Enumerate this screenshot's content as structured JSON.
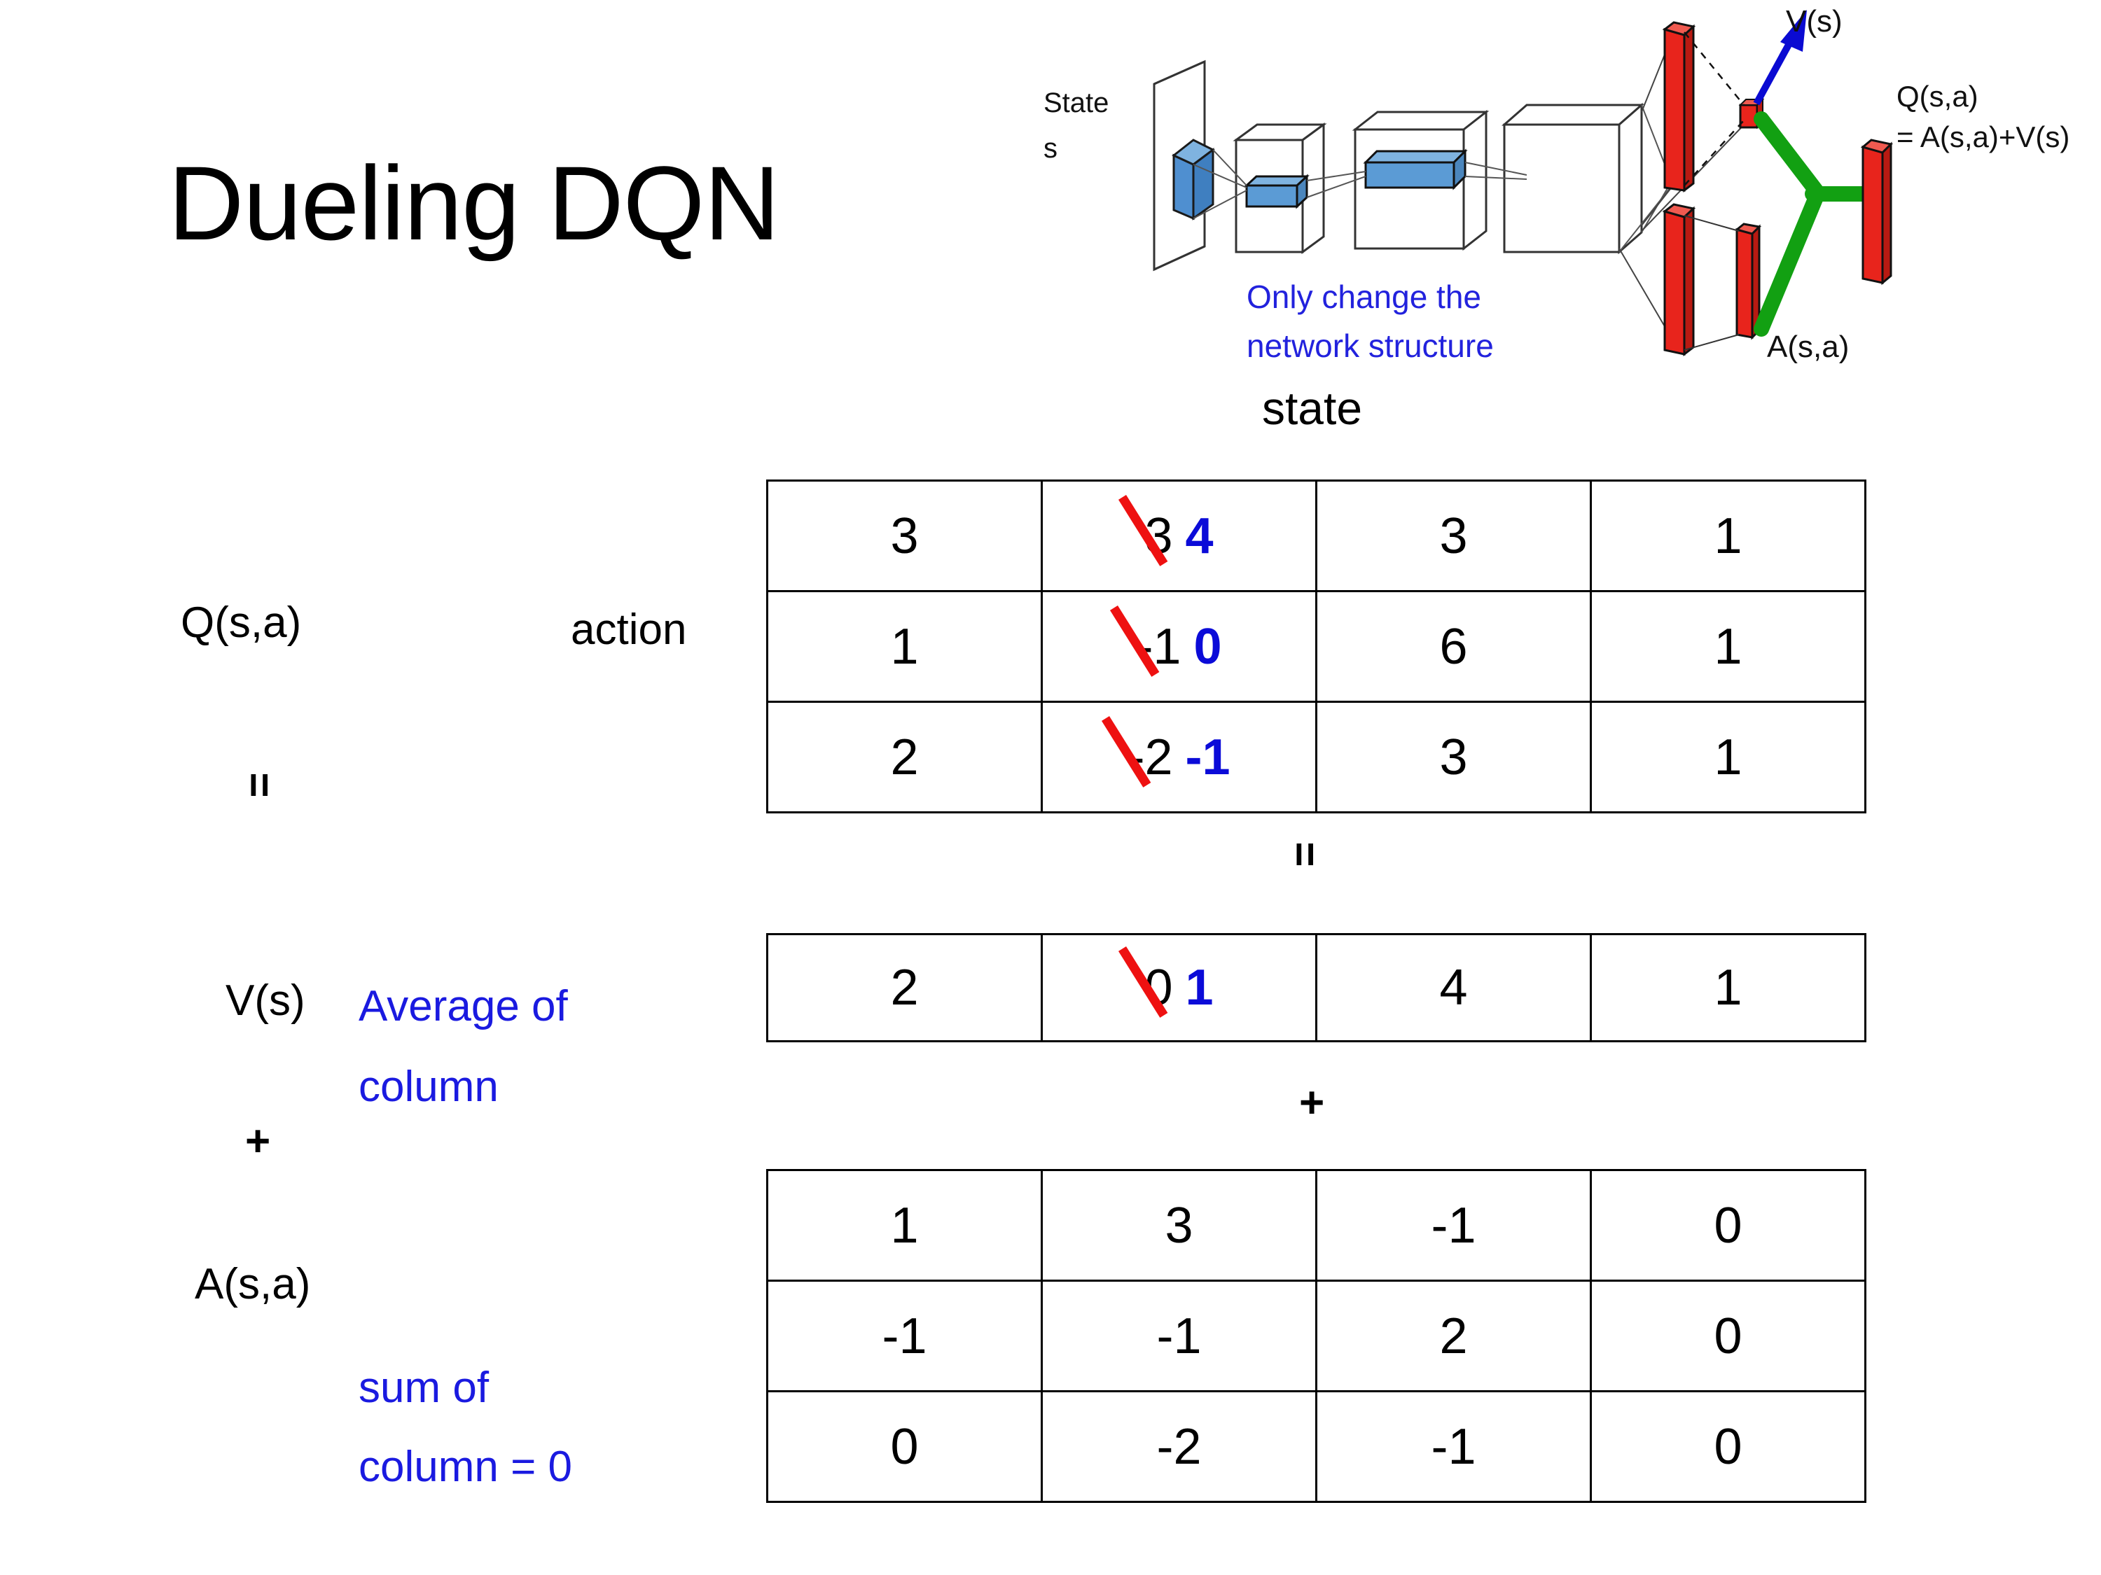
{
  "slide": {
    "title": "Dueling DQN"
  },
  "diagram": {
    "state_label_line1": "State",
    "state_label_line2": "s",
    "note_line1": "Only change the",
    "note_line2": "network structure",
    "v_label": "V(s)",
    "a_label": "A(s,a)",
    "q_label_line1": "Q(s,a)",
    "q_label_line2": "= A(s,a)+V(s)",
    "colors": {
      "note": "#2222dd",
      "arrow": "#0a0ad2",
      "bar": "#e8241c",
      "merge": "#12a012",
      "block": "#5b9bd5"
    }
  },
  "axes": {
    "state": "state",
    "action": "action"
  },
  "labels": {
    "q": "Q(s,a)",
    "v": "V(s)",
    "a": "A(s,a)",
    "equals": "=",
    "plus": "+",
    "v_note_line1": "Average of",
    "v_note_line2": "column",
    "a_note_line1": "sum of",
    "a_note_line2": "column = 0"
  },
  "colors": {
    "edit_old_strike": "#ee1111",
    "edit_new": "#0b0bd8",
    "note_blue": "#1a1ae0"
  },
  "chart_data": {
    "type": "table",
    "title": "Dueling DQN decomposition Q(s,a) = V(s) + A(s,a)",
    "xlabel": "state",
    "ylabel": "action",
    "tables": [
      {
        "name": "Q(s,a)",
        "rows": [
          [
            {
              "value": "3"
            },
            {
              "value": "3",
              "edited": true,
              "new_value": "4"
            },
            {
              "value": "3"
            },
            {
              "value": "1"
            }
          ],
          [
            {
              "value": "1"
            },
            {
              "value": "-1",
              "edited": true,
              "new_value": "0"
            },
            {
              "value": "6"
            },
            {
              "value": "1"
            }
          ],
          [
            {
              "value": "2"
            },
            {
              "value": "-2",
              "edited": true,
              "new_value": "-1"
            },
            {
              "value": "3"
            },
            {
              "value": "1"
            }
          ]
        ]
      },
      {
        "name": "V(s)",
        "rows": [
          [
            {
              "value": "2"
            },
            {
              "value": "0",
              "edited": true,
              "new_value": "1"
            },
            {
              "value": "4"
            },
            {
              "value": "1"
            }
          ]
        ]
      },
      {
        "name": "A(s,a)",
        "rows": [
          [
            {
              "value": "1"
            },
            {
              "value": "3"
            },
            {
              "value": "-1"
            },
            {
              "value": "0"
            }
          ],
          [
            {
              "value": "-1"
            },
            {
              "value": "-1"
            },
            {
              "value": "2"
            },
            {
              "value": "0"
            }
          ],
          [
            {
              "value": "0"
            },
            {
              "value": "-2"
            },
            {
              "value": "-1"
            },
            {
              "value": "0"
            }
          ]
        ]
      }
    ]
  }
}
